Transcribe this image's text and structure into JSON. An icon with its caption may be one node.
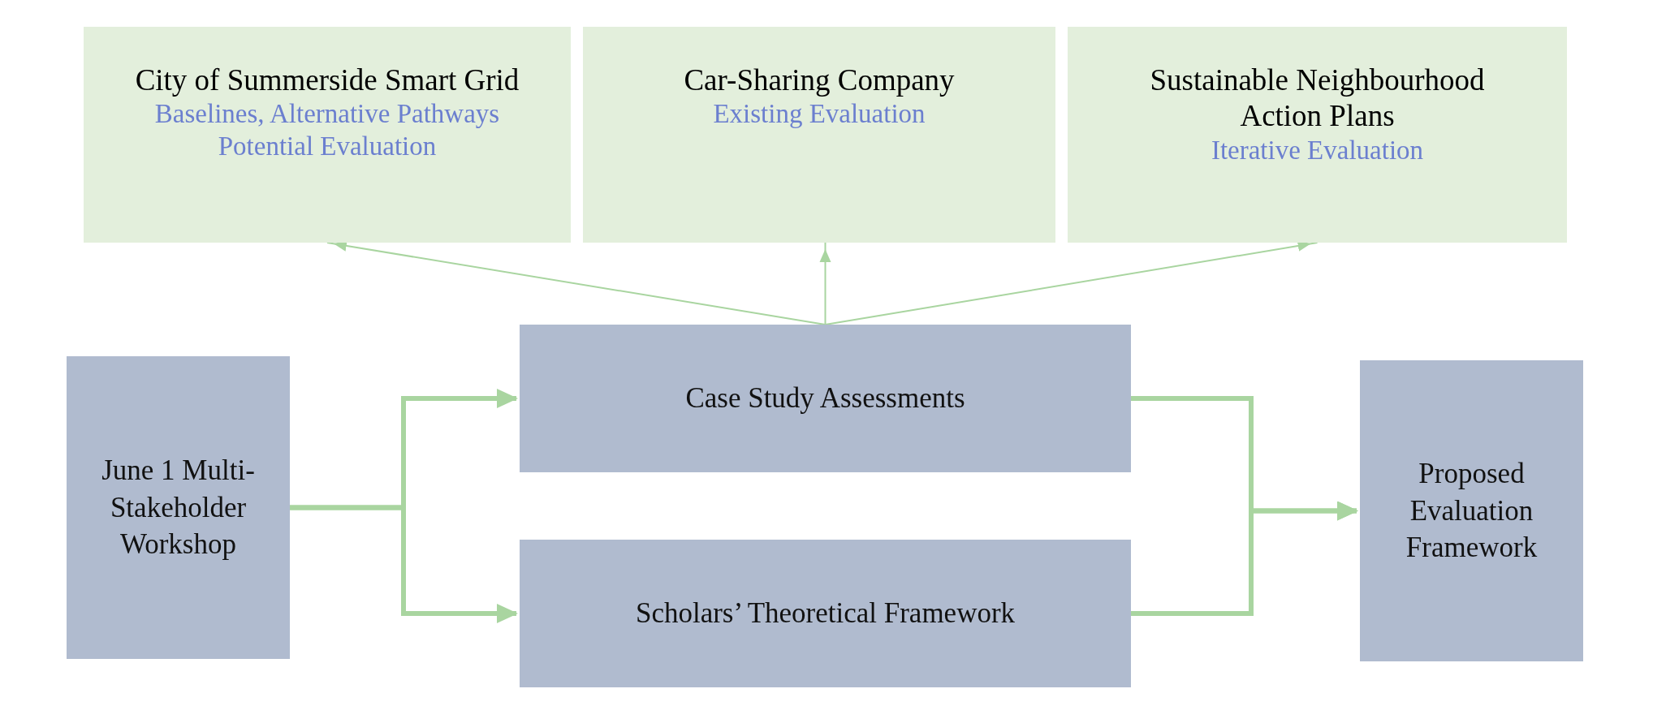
{
  "diagram": {
    "nodes": [
      {
        "text": [
          "City of Summerside Smart Grid",
          "Baselines, Alternative Pathways Potential Evaluation"
        ]
      },
      {
        "text": [
          "Car-Sharing Company",
          "Existing Evaluation"
        ]
      },
      {
        "text": [
          "Sustainable Neighbourhood Action Plans",
          "Iterative Evaluation"
        ]
      },
      {
        "text": [
          "June 1 Multi-Stakeholder Workshop"
        ]
      },
      {
        "text": [
          "Case Study Assessments"
        ]
      },
      {
        "text": [
          "Scholars’ Theoretical Framework"
        ]
      },
      {
        "text": [
          "Proposed Evaluation Framework"
        ]
      }
    ],
    "edges": [
      {
        "from": 4,
        "to": 0,
        "arrow": "to",
        "color": "#a9d5a0"
      },
      {
        "from": 4,
        "to": 1,
        "arrow": "to",
        "color": "#a9d5a0"
      },
      {
        "from": 4,
        "to": 2,
        "arrow": "to",
        "color": "#a9d5a0"
      },
      {
        "from": 3,
        "to": 4,
        "arrow": "to"
      },
      {
        "from": 3,
        "to": 5,
        "arrow": "to"
      },
      {
        "from": 4,
        "to": 6,
        "arrow": "to"
      },
      {
        "from": 5,
        "to": 6,
        "arrow": "to"
      }
    ]
  }
}
